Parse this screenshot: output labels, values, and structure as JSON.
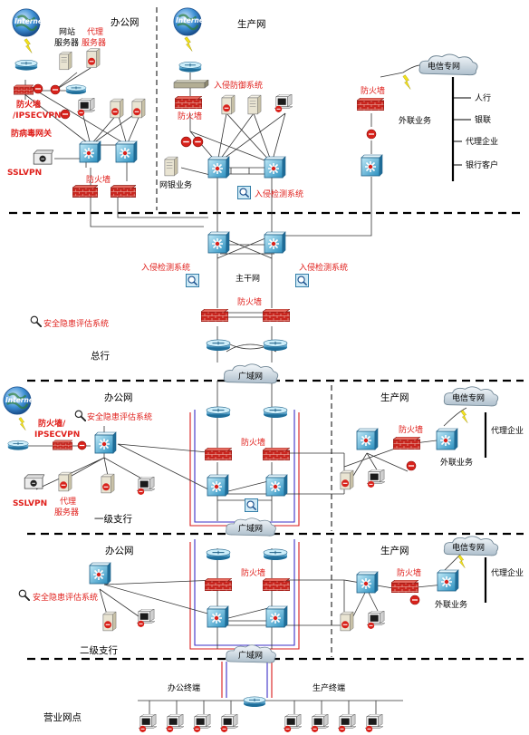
{
  "top": {
    "internet": "Internet",
    "office_net": "办公网",
    "prod_net": "生产网",
    "website_server": [
      "网站",
      "服务器"
    ],
    "proxy_server": [
      "代理",
      "服务器"
    ],
    "firewall_ipsec": [
      "防火墙",
      "/IPSECVPN"
    ],
    "antivirus_gw": "防病毒网关",
    "sslvpn": "SSLVPN",
    "firewall": "防火墙",
    "ips": "入侵防御系统",
    "ids": "入侵检测系统",
    "online_banking": "网银业务",
    "telecom_line": "电信专网",
    "external_business": "外联业务",
    "external_parties": [
      "人行",
      "银联",
      "代理企业",
      "银行客户"
    ]
  },
  "backbone": {
    "label": "主干网",
    "ids_left": "入侵检测系统",
    "ids_right": "入侵检测系统",
    "firewall": "防火墙",
    "security_assess": "安全隐患评估系统",
    "head_office": "总行"
  },
  "wan": "广域网",
  "level1": {
    "office_net": "办公网",
    "prod_net": "生产网",
    "internet": "Internet",
    "firewall_ipsec": [
      "防火墙/",
      "IPSECVPN"
    ],
    "security_assess": "安全隐患评估系统",
    "firewall": "防火墙",
    "sslvpn": "SSLVPN",
    "proxy_server": [
      "代理",
      "服务器"
    ],
    "telecom_line": "电信专网",
    "agent_enterprise": "代理企业",
    "external_business": "外联业务",
    "branch_label": "一级支行"
  },
  "level2": {
    "office_net": "办公网",
    "prod_net": "生产网",
    "firewall": "防火墙",
    "security_assess": "安全隐患评估系统",
    "telecom_line": "电信专网",
    "agent_enterprise": "代理企业",
    "external_business": "外联业务",
    "branch_label": "二级支行"
  },
  "outlets": {
    "office_terminals": "办公终端",
    "prod_terminals": "生产终端",
    "label": "营业网点"
  }
}
